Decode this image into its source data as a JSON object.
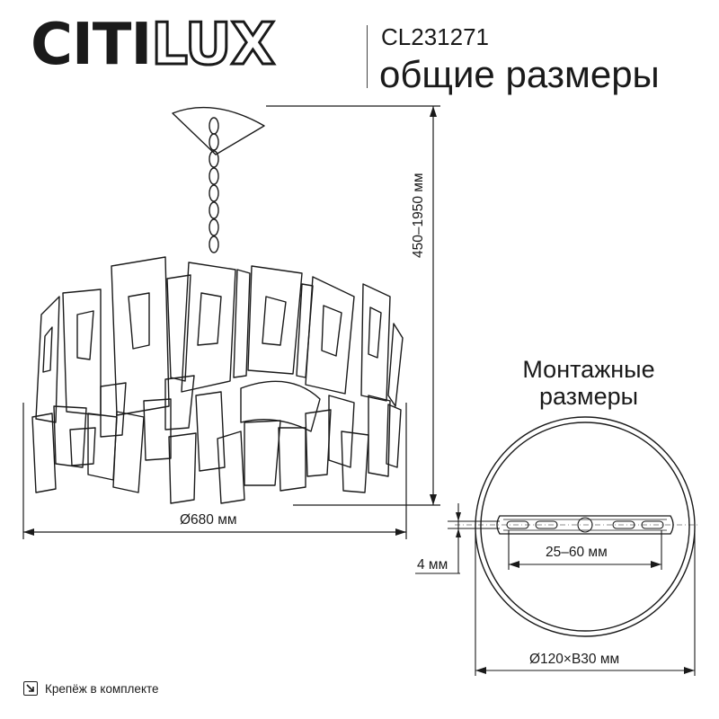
{
  "brand": {
    "part1": "CITI",
    "part2": "LUX"
  },
  "header": {
    "model": "CL231271",
    "subtitle": "общие размеры"
  },
  "mounting": {
    "title_line1": "Монтажные",
    "title_line2": "размеры"
  },
  "dimensions": {
    "diameter": "Ø680 мм",
    "height": "450–1950 мм",
    "gap": "4 мм",
    "spacing": "25–60 мм",
    "mount": "Ø120×В30 мм"
  },
  "footer": {
    "note": "Крепёж в комплекте",
    "icon": "mount-kit-icon"
  },
  "colors": {
    "line": "#1a1a1a",
    "background": "#ffffff"
  }
}
